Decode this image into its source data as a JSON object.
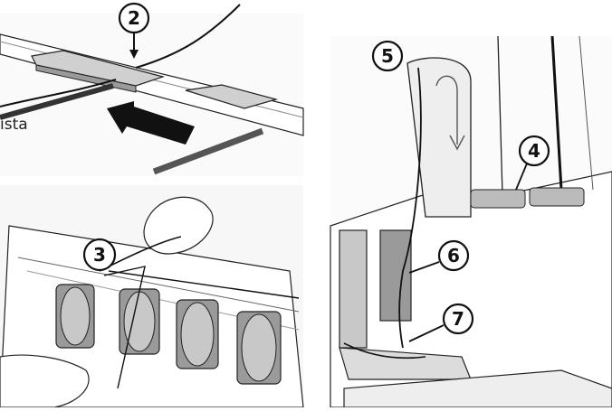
{
  "side_text": "ista",
  "callouts": [
    {
      "id": "2",
      "label": "2"
    },
    {
      "id": "3",
      "label": "3"
    },
    {
      "id": "4",
      "label": "4"
    },
    {
      "id": "5",
      "label": "5"
    },
    {
      "id": "6",
      "label": "6"
    },
    {
      "id": "7",
      "label": "7"
    }
  ],
  "colors": {
    "line": "#1a1a1a",
    "panel": "#f2f2f2",
    "dial": "#9a9a9a",
    "light_grey": "#d8d8d8"
  }
}
